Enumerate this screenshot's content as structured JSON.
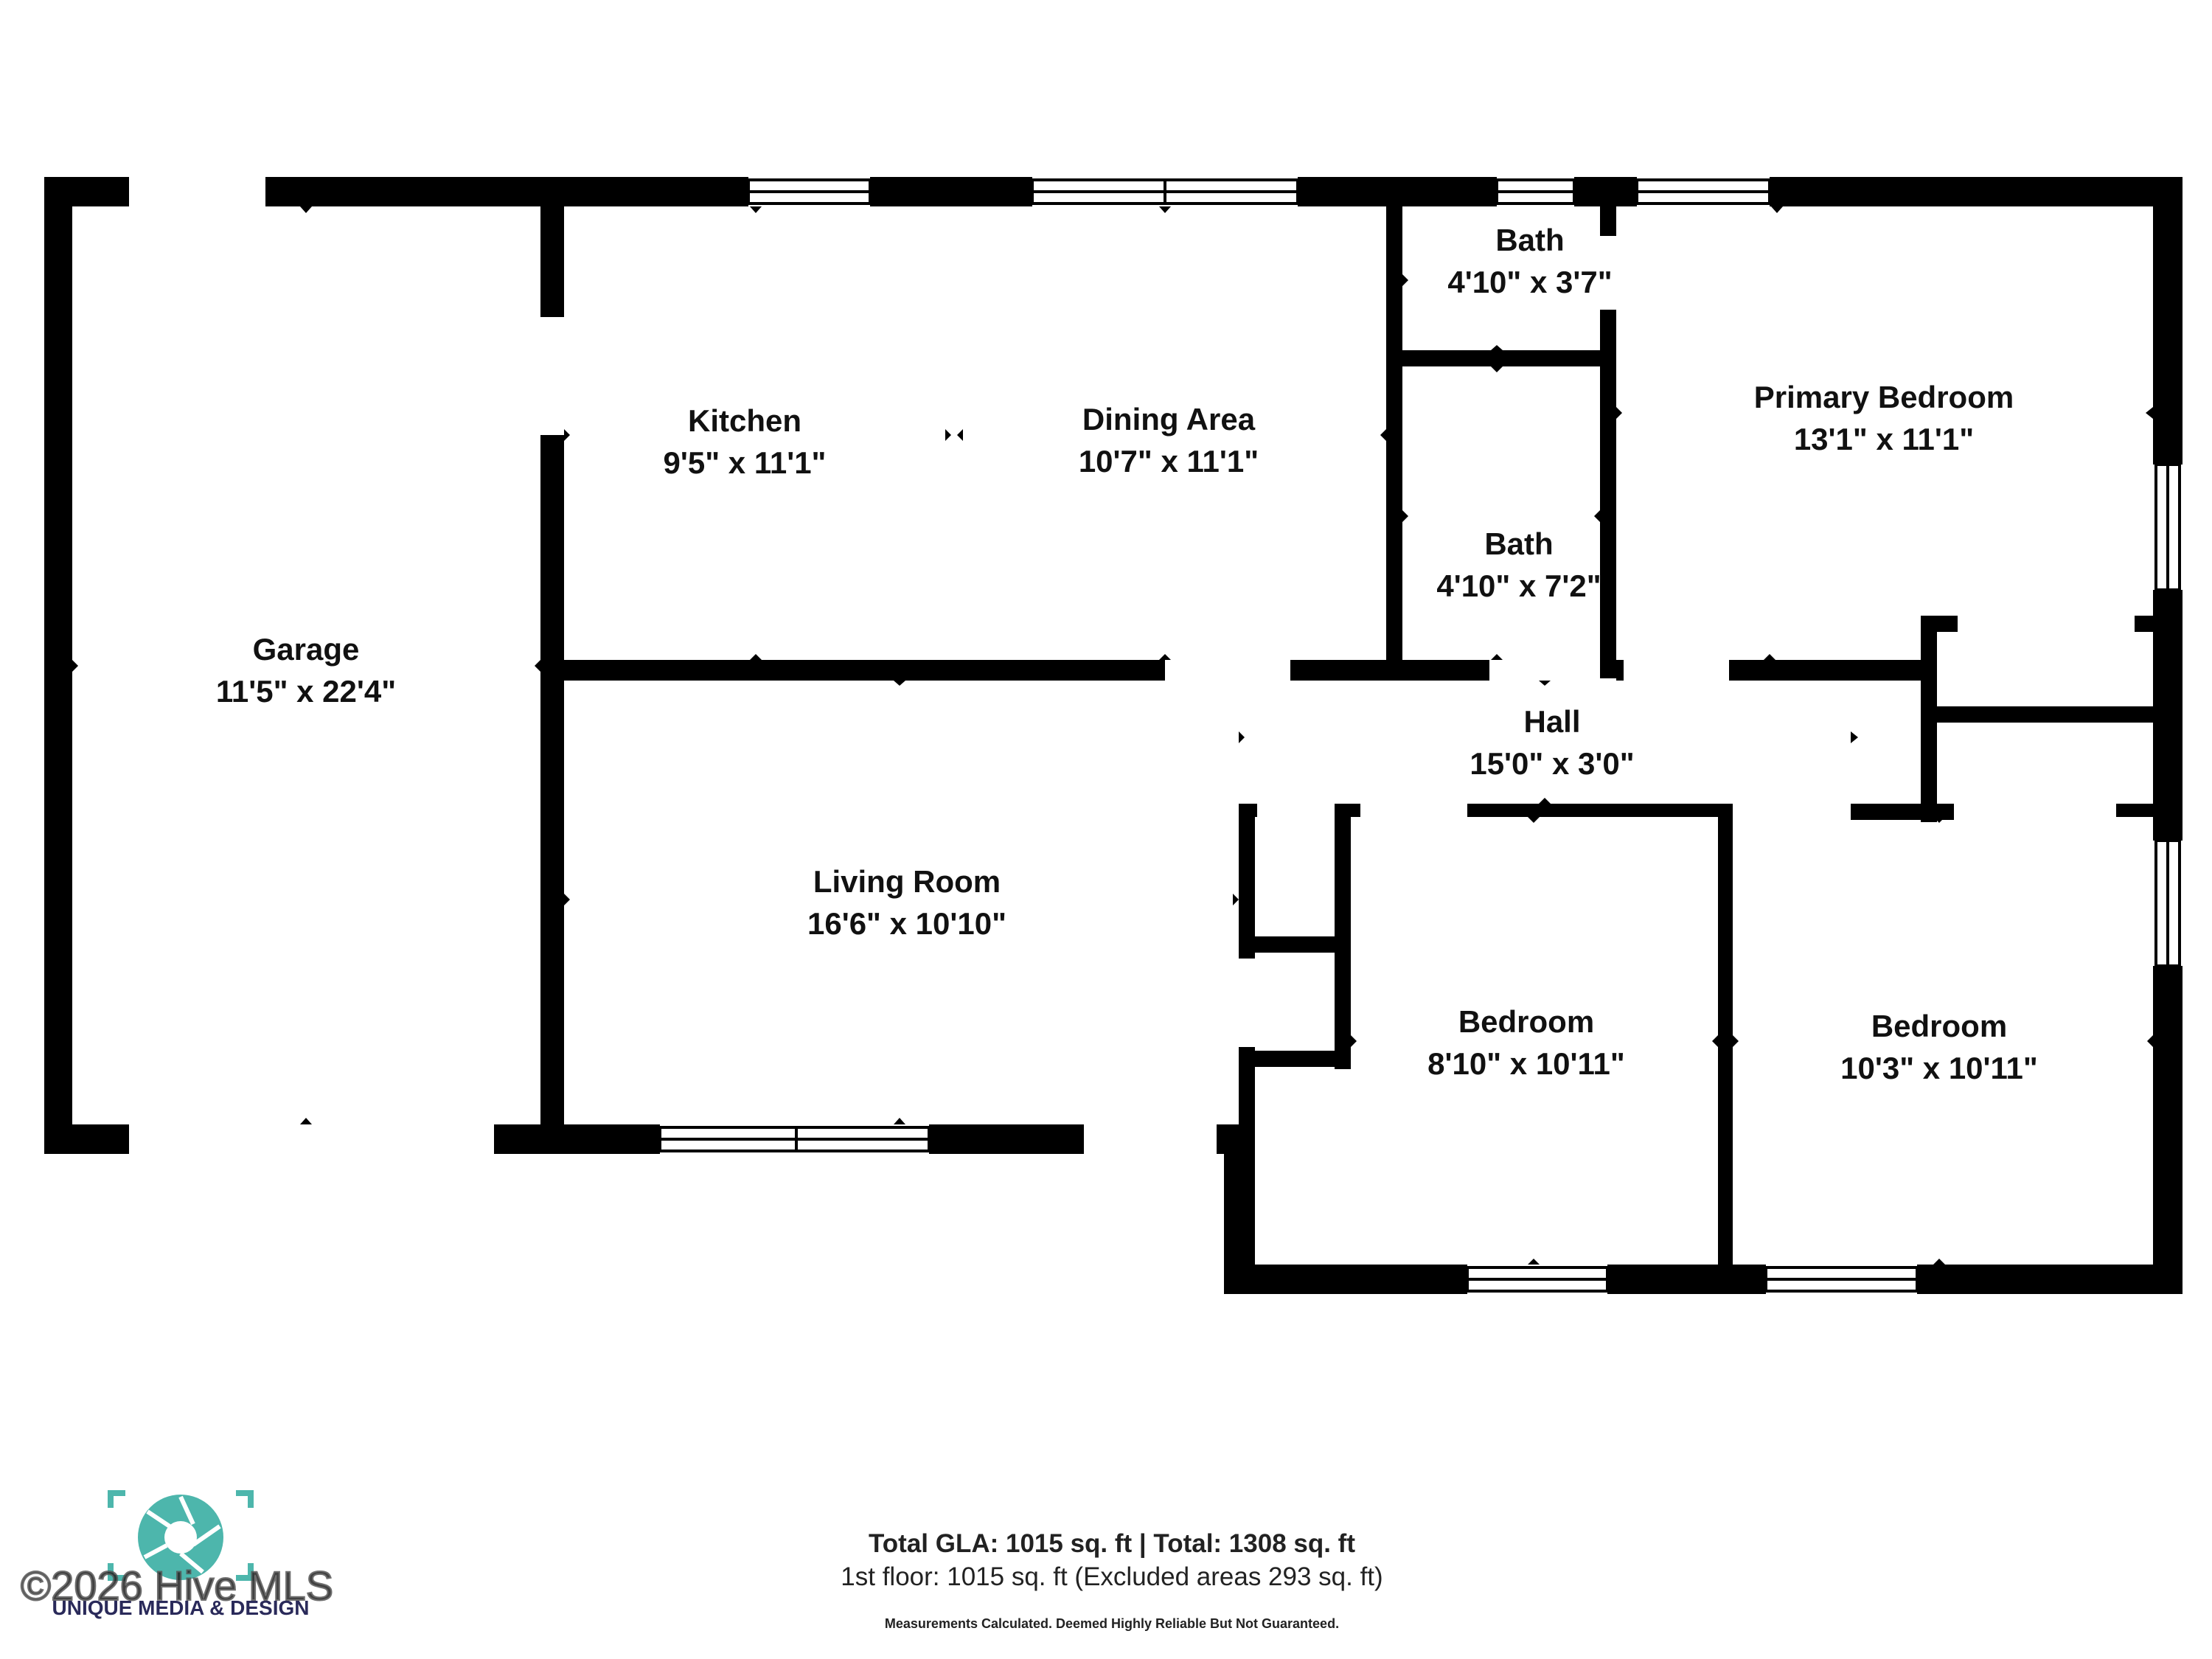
{
  "rooms": {
    "garage": {
      "name": "Garage",
      "dims": "11'5\" x 22'4\""
    },
    "kitchen": {
      "name": "Kitchen",
      "dims": "9'5\" x 11'1\""
    },
    "dining": {
      "name": "Dining Area",
      "dims": "10'7\" x 11'1\""
    },
    "bath_top": {
      "name": "Bath",
      "dims": "4'10\" x 3'7\""
    },
    "bath_mid": {
      "name": "Bath",
      "dims": "4'10\" x 7'2\""
    },
    "primary_bedroom": {
      "name": "Primary Bedroom",
      "dims": "13'1\" x 11'1\""
    },
    "hall": {
      "name": "Hall",
      "dims": "15'0\" x 3'0\""
    },
    "living": {
      "name": "Living Room",
      "dims": "16'6\" x 10'10\""
    },
    "bedroom_a": {
      "name": "Bedroom",
      "dims": "8'10\" x 10'11\""
    },
    "bedroom_b": {
      "name": "Bedroom",
      "dims": "10'3\" x 10'11\""
    }
  },
  "footer": {
    "totals": "Total GLA: 1015 sq. ft | Total: 1308 sq. ft",
    "floor": "1st floor: 1015 sq. ft (Excluded areas 293 sq. ft)",
    "disclaimer": "Measurements Calculated. Deemed Highly Reliable But Not Guaranteed."
  },
  "branding": {
    "logo_text": "UNIQUE MEDIA & DESIGN",
    "watermark": "©2026 Hive MLS",
    "logo_color": "#4db6ac",
    "logo_text_color": "#2a2a5a"
  },
  "colors": {
    "wall": "#000000",
    "window": "#ffffff"
  }
}
